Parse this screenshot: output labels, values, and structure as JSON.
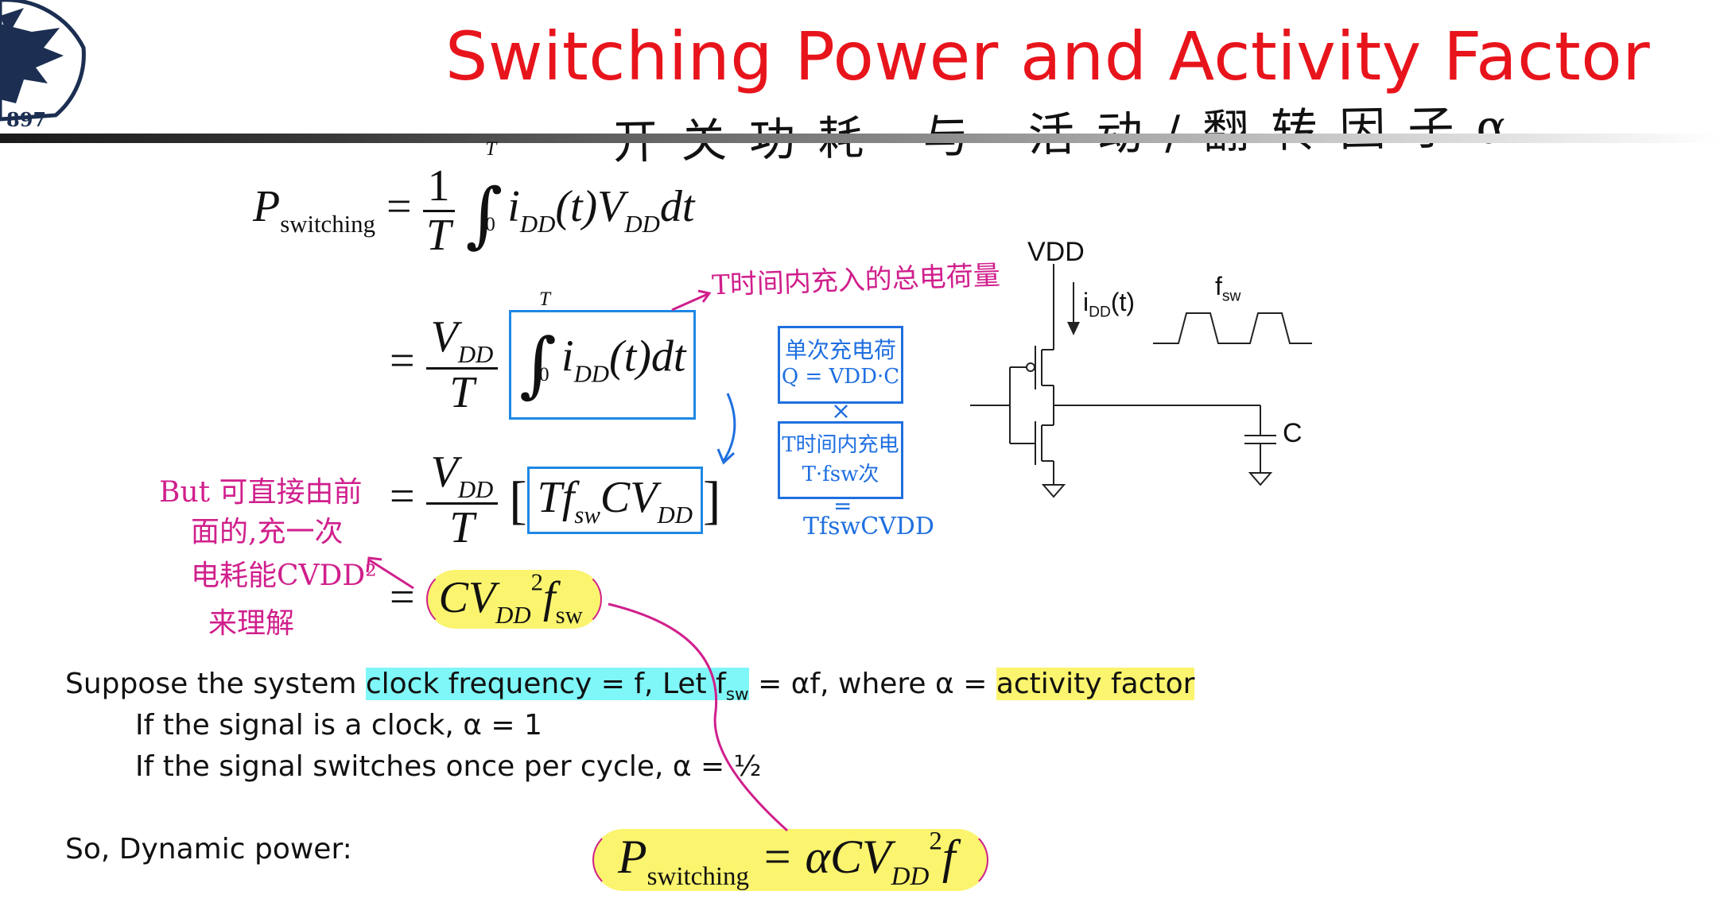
{
  "slide": {
    "title": "Switching Power and Activity Factor",
    "subtitle_handwritten": "开关功耗 与 活动/翻转因子α",
    "logo_text": "897"
  },
  "equations": {
    "eq1_lhs": "P",
    "eq1_lhs_sub": "switching",
    "eq1_num": "1",
    "eq1_den": "T",
    "eq1_int_upper": "T",
    "eq1_int_lower": "0",
    "eq1_body": "i",
    "eq1_body_sub": "DD",
    "eq1_body_rest": "(t)V",
    "eq1_body_sub2": "DD",
    "eq1_body_end": "dt",
    "eq2_num": "V",
    "eq2_num_sub": "DD",
    "eq2_den": "T",
    "eq2_int_upper": "T",
    "eq2_int_lower": "0",
    "eq2_body": "i",
    "eq2_body_sub": "DD",
    "eq2_body_rest": "(t)dt",
    "eq3_num": "V",
    "eq3_num_sub": "DD",
    "eq3_den": "T",
    "eq3_body_a": "Tf",
    "eq3_body_sub1": "sw",
    "eq3_body_b": "CV",
    "eq3_body_sub2": "DD",
    "eq4_a": "CV",
    "eq4_sub1": "DD",
    "eq4_sup": "2",
    "eq4_b": "f",
    "eq4_sub2": "sw",
    "equals": "="
  },
  "text": {
    "line1_a": "Suppose the system ",
    "line1_b": "clock frequency = f, ",
    "line1_c": "Let f",
    "line1_c_sub": "sw",
    "line1_d": " = αf, where α = ",
    "line1_e": "activity factor",
    "line2": "If the signal is a clock, α = 1",
    "line3": "If the signal switches once per cycle, α = ½",
    "line4": "So, Dynamic power:"
  },
  "final_eq": {
    "lhs": "P",
    "lhs_sub": "switching",
    "rhs_a": "= αCV",
    "rhs_sub": "DD",
    "rhs_sup": "2",
    "rhs_b": "f"
  },
  "annotations": {
    "charge_note": "T时间内充入的总电荷量",
    "single_charge_1": "单次充电荷",
    "single_charge_2": "Q = VDD·C",
    "times": "×",
    "count_1": "T时间内充电",
    "count_2": "T·fsw次",
    "equals_sign": "=",
    "result": "TfswCVDD",
    "left_note_1": "But 可直接由前",
    "left_note_2": "面的,充一次",
    "left_note_3": "电耗能CVDD²",
    "left_note_4": "来理解"
  },
  "circuit": {
    "vdd_label": "VDD",
    "idd_label": "i",
    "idd_sub": "DD",
    "idd_rest": "(t)",
    "fsw_label": "f",
    "fsw_sub": "sw",
    "cap_label": "C"
  },
  "colors": {
    "title": "#e8141c",
    "box_blue": "#1e88e5",
    "highlight_yellow": "#fbf46e",
    "highlight_cyan": "#7ff6f7",
    "ink_magenta": "#d01f8c",
    "ink_blue": "#1f6fe0"
  }
}
